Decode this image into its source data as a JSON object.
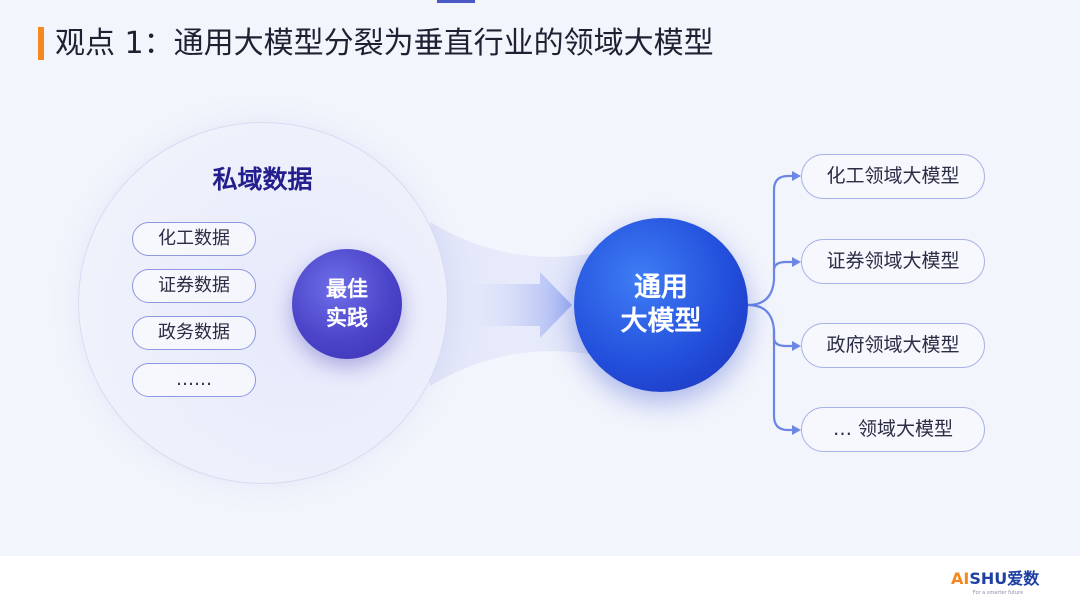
{
  "title": "观点 1：通用大模型分裂为垂直行业的领域大模型",
  "private_domain": {
    "title": "私域数据",
    "items": [
      "化工数据",
      "证券数据",
      "政务数据",
      "……"
    ]
  },
  "best_practice": {
    "line1": "最佳",
    "line2": "实践"
  },
  "general_model": {
    "line1": "通用",
    "line2": "大模型"
  },
  "domain_models": [
    "化工领域大模型",
    "证券领域大模型",
    "政府领域大模型",
    "… 领域大模型"
  ],
  "footer": {
    "logo_ai": "AI",
    "logo_shu": "SHU",
    "logo_cn": "爱数",
    "tagline": "For a smarter future"
  },
  "colors": {
    "accent": "#f5891f",
    "brand": "#1d3fa3",
    "node_primary": "#2350dc",
    "node_secondary": "#4b44c9"
  }
}
